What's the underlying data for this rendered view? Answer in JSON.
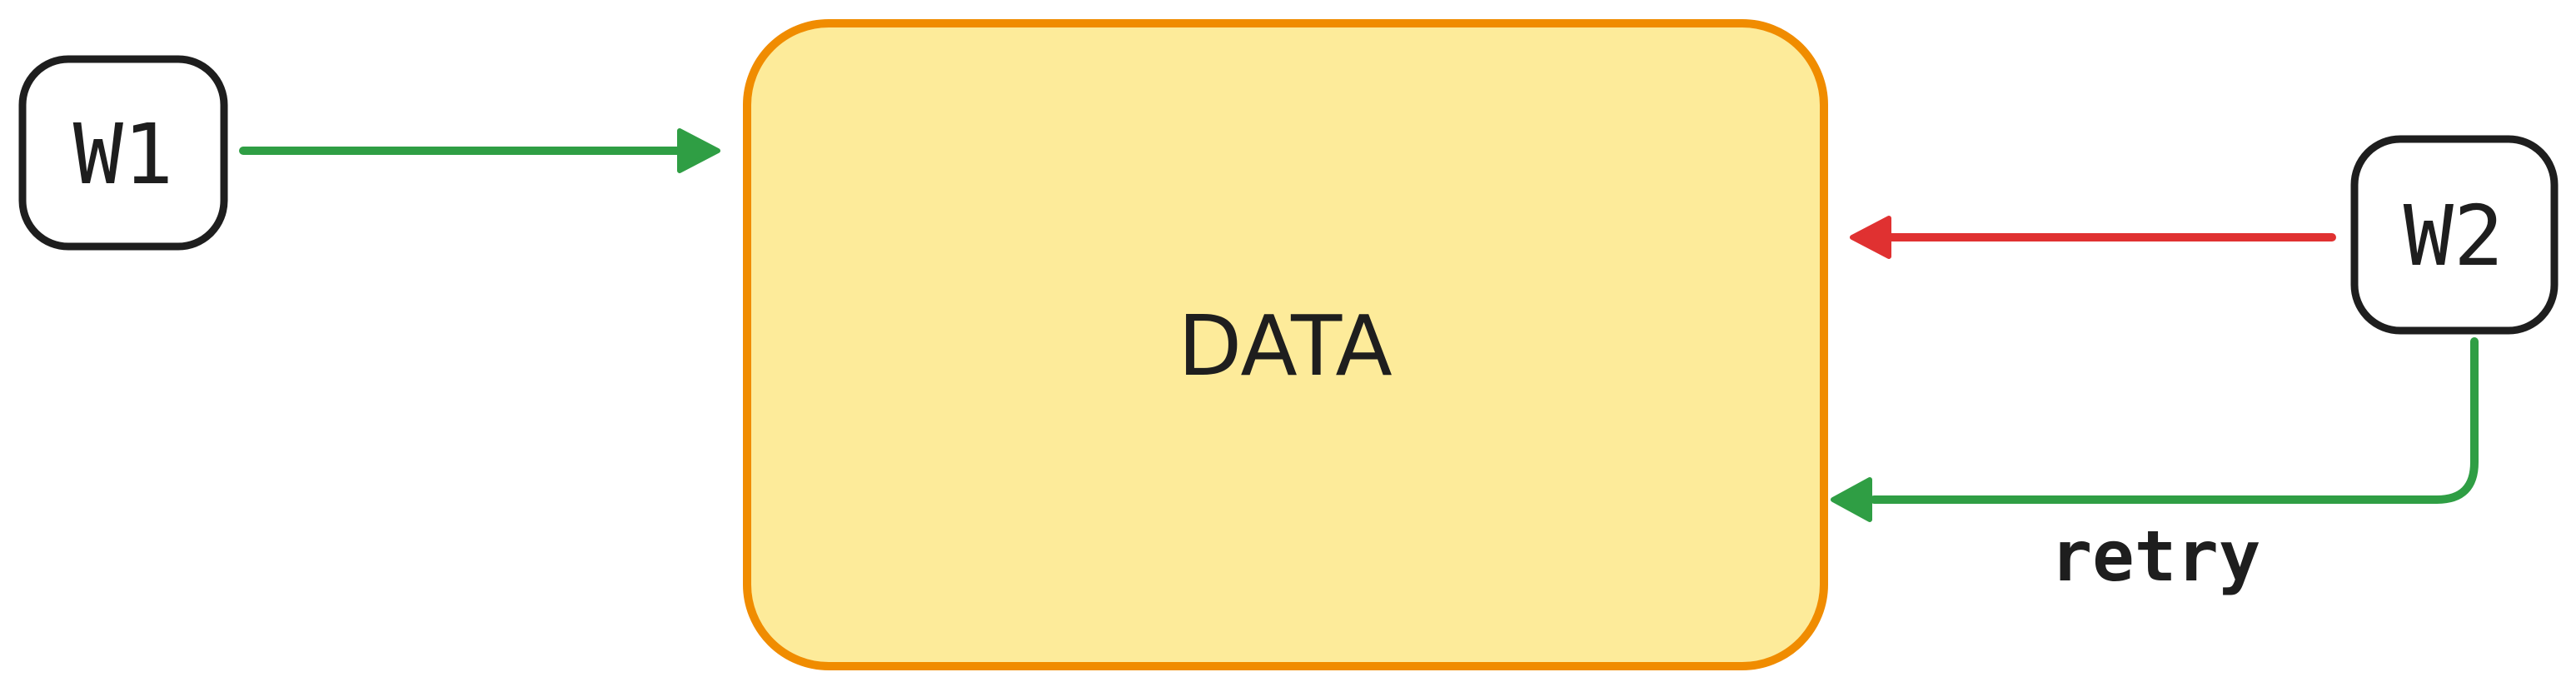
{
  "nodes": {
    "w1": {
      "label": "W1"
    },
    "data": {
      "label": "DATA"
    },
    "w2": {
      "label": "W2"
    }
  },
  "edges": {
    "w1_to_data": {
      "label": ""
    },
    "w2_to_data_red": {
      "label": ""
    },
    "w2_to_data_retry": {
      "label": "retry"
    }
  },
  "colors": {
    "data_fill": "#fdeb9a",
    "data_stroke": "#f08c00",
    "node_stroke": "#1e1e1e",
    "node_fill": "#ffffff",
    "edge_green": "#2f9e44",
    "edge_red": "#e03131"
  }
}
